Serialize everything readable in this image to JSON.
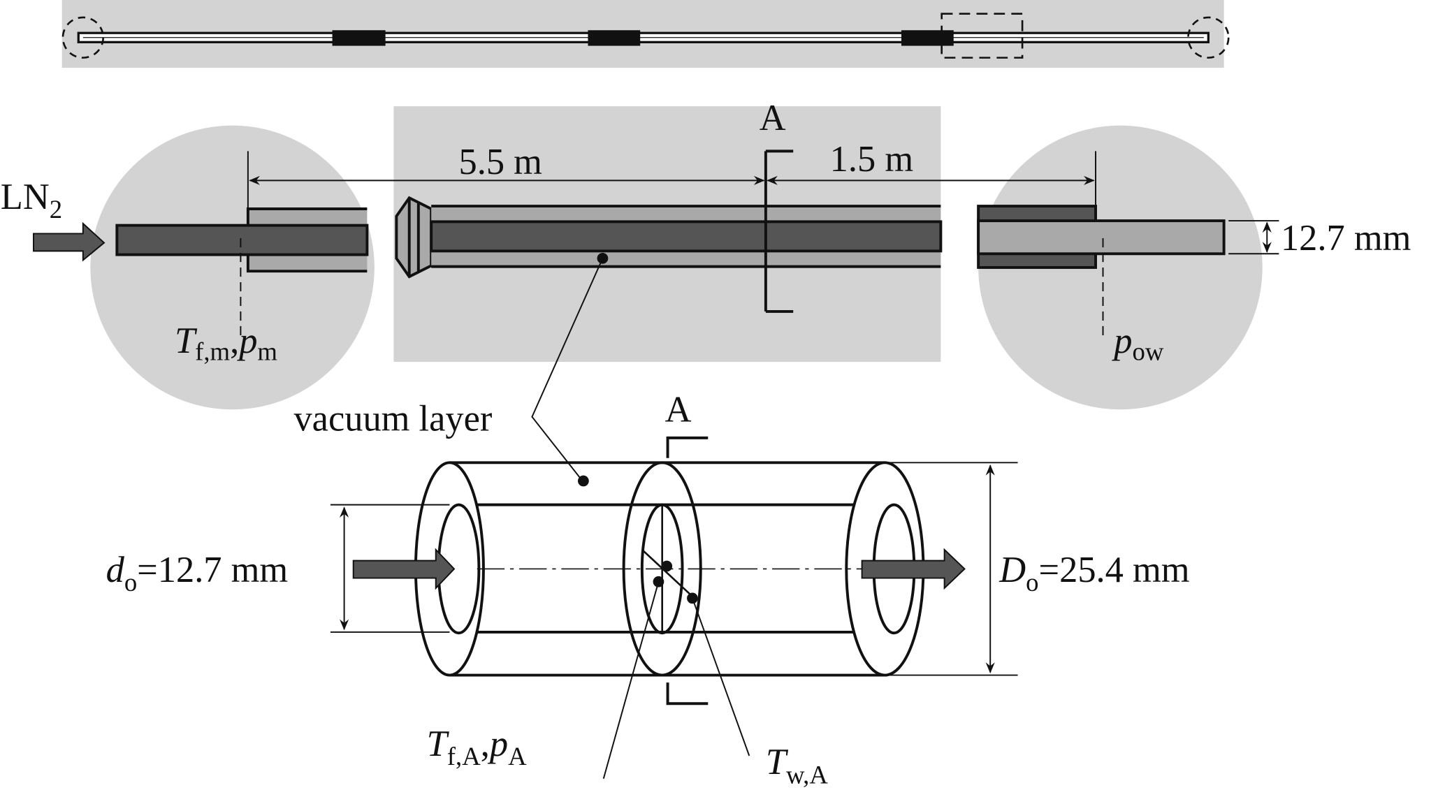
{
  "colors": {
    "panel": "#d3d3d3",
    "dark_fill": "#555555",
    "light_fill": "#a9a9a9",
    "line": "#111111"
  },
  "labels": {
    "inlet": "LN",
    "inlet_sub": "2",
    "len_1": "5.5 m",
    "len_2": "1.5 m",
    "section_top": "A",
    "section_bottom": "A",
    "pipe_diameter": "12.7 mm",
    "tfm_T": "T",
    "tfm_sub": "f,m",
    "tfm_sep": ",",
    "tfm_p": "p",
    "tfm_psub": "m",
    "pow_p": "p",
    "pow_sub": "ow",
    "vacuum": "vacuum layer",
    "d_o": "d",
    "d_o_sub": "o",
    "d_o_val": "=12.7 mm",
    "D_o": "D",
    "D_o_sub": "o",
    "D_o_val": "=25.4 mm",
    "tfa_T": "T",
    "tfa_sub": "f,A",
    "tfa_sep": ",",
    "tfa_p": "p",
    "tfa_psub": "A",
    "twa_T": "T",
    "twa_sub": "w,A"
  }
}
